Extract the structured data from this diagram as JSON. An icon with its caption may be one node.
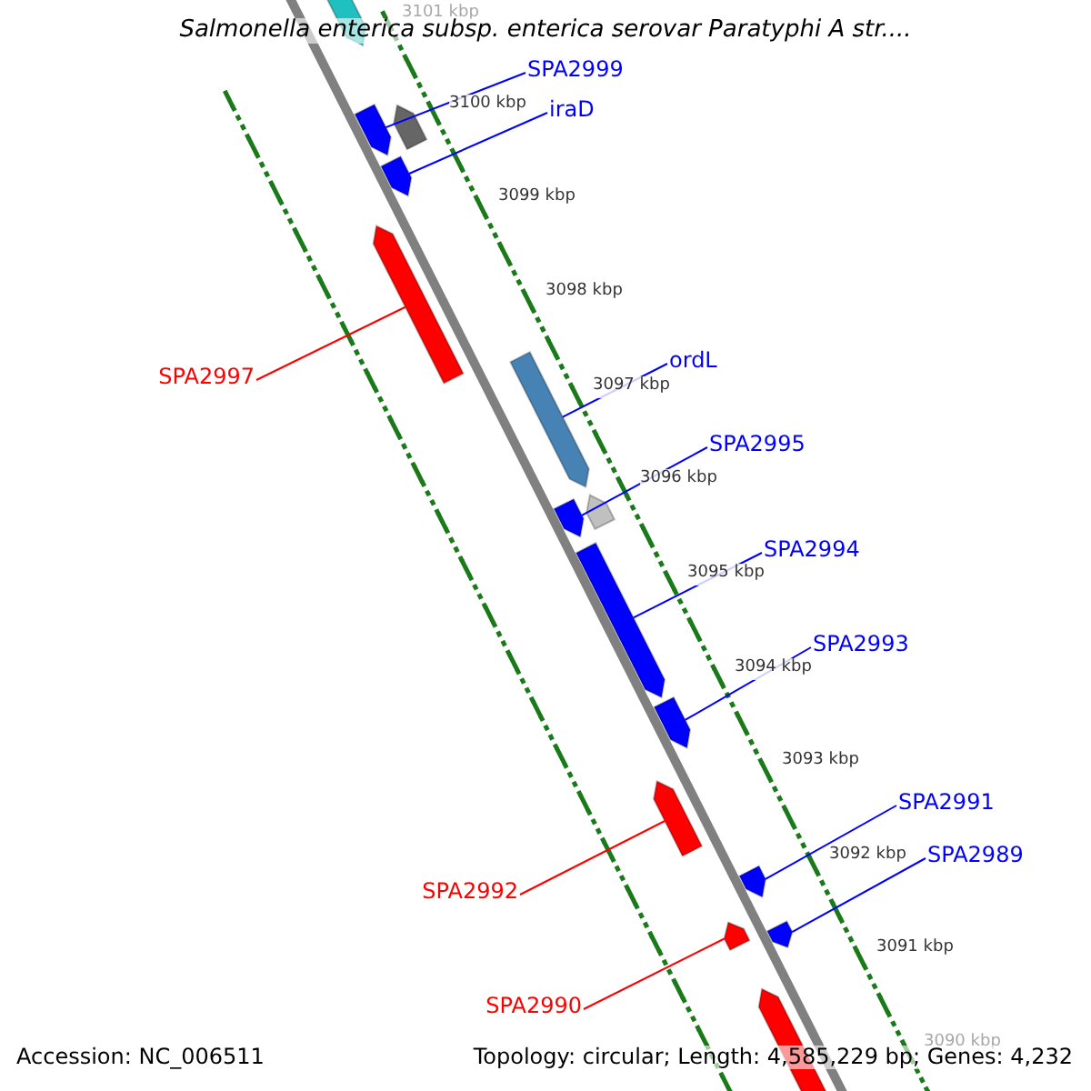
{
  "diagram": {
    "title": "Salmonella enterica subsp. enterica serovar Paratyphi A str....",
    "nodes": [
      {
        "text": [
          "SPA2999"
        ]
      },
      {
        "text": [
          "iraD"
        ]
      },
      {
        "text": [
          "ordL"
        ]
      },
      {
        "text": [
          "SPA2997"
        ]
      },
      {
        "text": [
          "SPA2995"
        ]
      },
      {
        "text": [
          "SPA2994"
        ]
      },
      {
        "text": [
          "SPA2993"
        ]
      },
      {
        "text": [
          "SPA2991"
        ]
      },
      {
        "text": [
          "SPA2989"
        ]
      },
      {
        "text": [
          "SPA2992"
        ]
      },
      {
        "text": [
          "SPA2990"
        ]
      },
      {
        "text": [],
        "shape": "arrow"
      },
      {
        "text": [],
        "shape": "arrow"
      },
      {
        "text": [],
        "shape": "arrow"
      },
      {
        "text": [],
        "shape": "arrow"
      },
      {
        "text": [],
        "shape": "arrow"
      },
      {
        "text": [],
        "shape": "arrow"
      },
      {
        "text": [],
        "shape": "arrow"
      },
      {
        "text": [],
        "shape": "arrow"
      },
      {
        "text": [],
        "shape": "arrow"
      },
      {
        "text": [],
        "shape": "arrow"
      },
      {
        "text": [],
        "shape": "arrow"
      }
    ],
    "edges": [
      {
        "from": 0,
        "to": 11,
        "arrow": "none"
      },
      {
        "from": 1,
        "to": 12,
        "arrow": "none"
      },
      {
        "from": 2,
        "to": 13,
        "arrow": "none"
      },
      {
        "from": 3,
        "to": 14,
        "arrow": "none",
        "color": "#ff0000"
      },
      {
        "from": 4,
        "to": 15,
        "arrow": "none"
      },
      {
        "from": 5,
        "to": 16,
        "arrow": "none"
      },
      {
        "from": 6,
        "to": 17,
        "arrow": "none"
      },
      {
        "from": 7,
        "to": 18,
        "arrow": "none"
      },
      {
        "from": 8,
        "to": 19,
        "arrow": "none"
      },
      {
        "from": 9,
        "to": 20,
        "arrow": "none",
        "color": "#ff0000"
      },
      {
        "from": 10,
        "to": 21,
        "arrow": "none",
        "color": "#ff0000"
      }
    ],
    "labels": [
      "3101 kbp",
      "3100 kbp",
      "3099 kbp",
      "3098 kbp",
      "3097 kbp",
      "3096 kbp",
      "3095 kbp",
      "3094 kbp",
      "3093 kbp",
      "3092 kbp",
      "3091 kbp",
      "3090 kbp",
      "Accession: NC_006511",
      "Topology: circular; Length: 4,585,229 bp; Genes: 4,232"
    ]
  }
}
